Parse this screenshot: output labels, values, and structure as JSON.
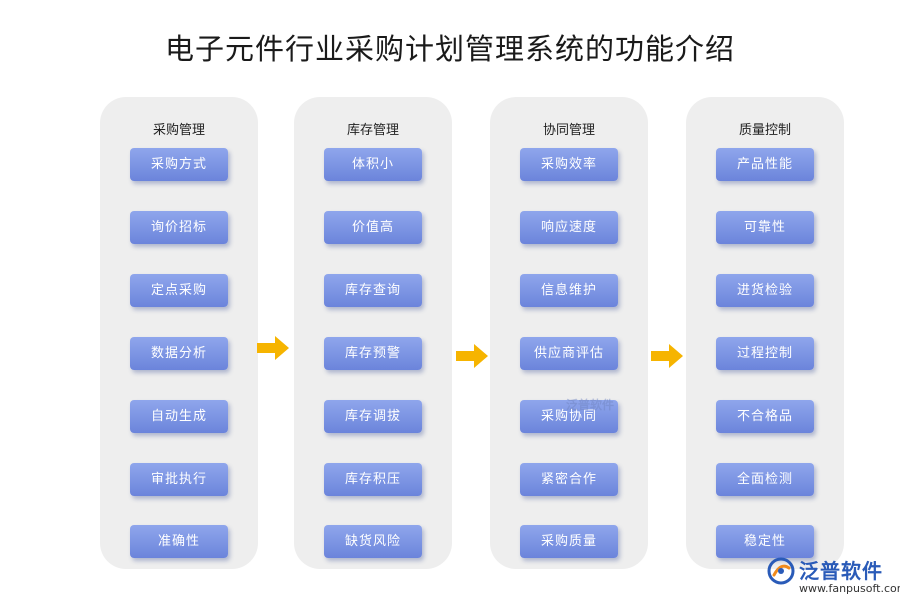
{
  "title": "电子元件行业采购计划管理系统的功能介绍",
  "columns": [
    {
      "title": "采购管理",
      "items": [
        "采购方式",
        "询价招标",
        "定点采购",
        "数据分析",
        "自动生成",
        "审批执行",
        "准确性"
      ]
    },
    {
      "title": "库存管理",
      "items": [
        "体积小",
        "价值高",
        "库存查询",
        "库存预警",
        "库存调拔",
        "库存积压",
        "缺货风险"
      ]
    },
    {
      "title": "协同管理",
      "items": [
        "采购效率",
        "响应速度",
        "信息维护",
        "供应商评估",
        "采购协同",
        "紧密合作",
        "采购质量"
      ]
    },
    {
      "title": "质量控制",
      "items": [
        "产品性能",
        "可靠性",
        "进货检验",
        "过程控制",
        "不合格品",
        "全面检测",
        "稳定性"
      ]
    }
  ],
  "watermark": "泛普软件",
  "logo": {
    "name": "泛普软件",
    "url": "www.fanpusoft.com"
  },
  "colors": {
    "item_top": "#8fa6ec",
    "item_bottom": "#6b84db",
    "arrow": "#f6b400",
    "column_bg": "#eeeeee"
  }
}
